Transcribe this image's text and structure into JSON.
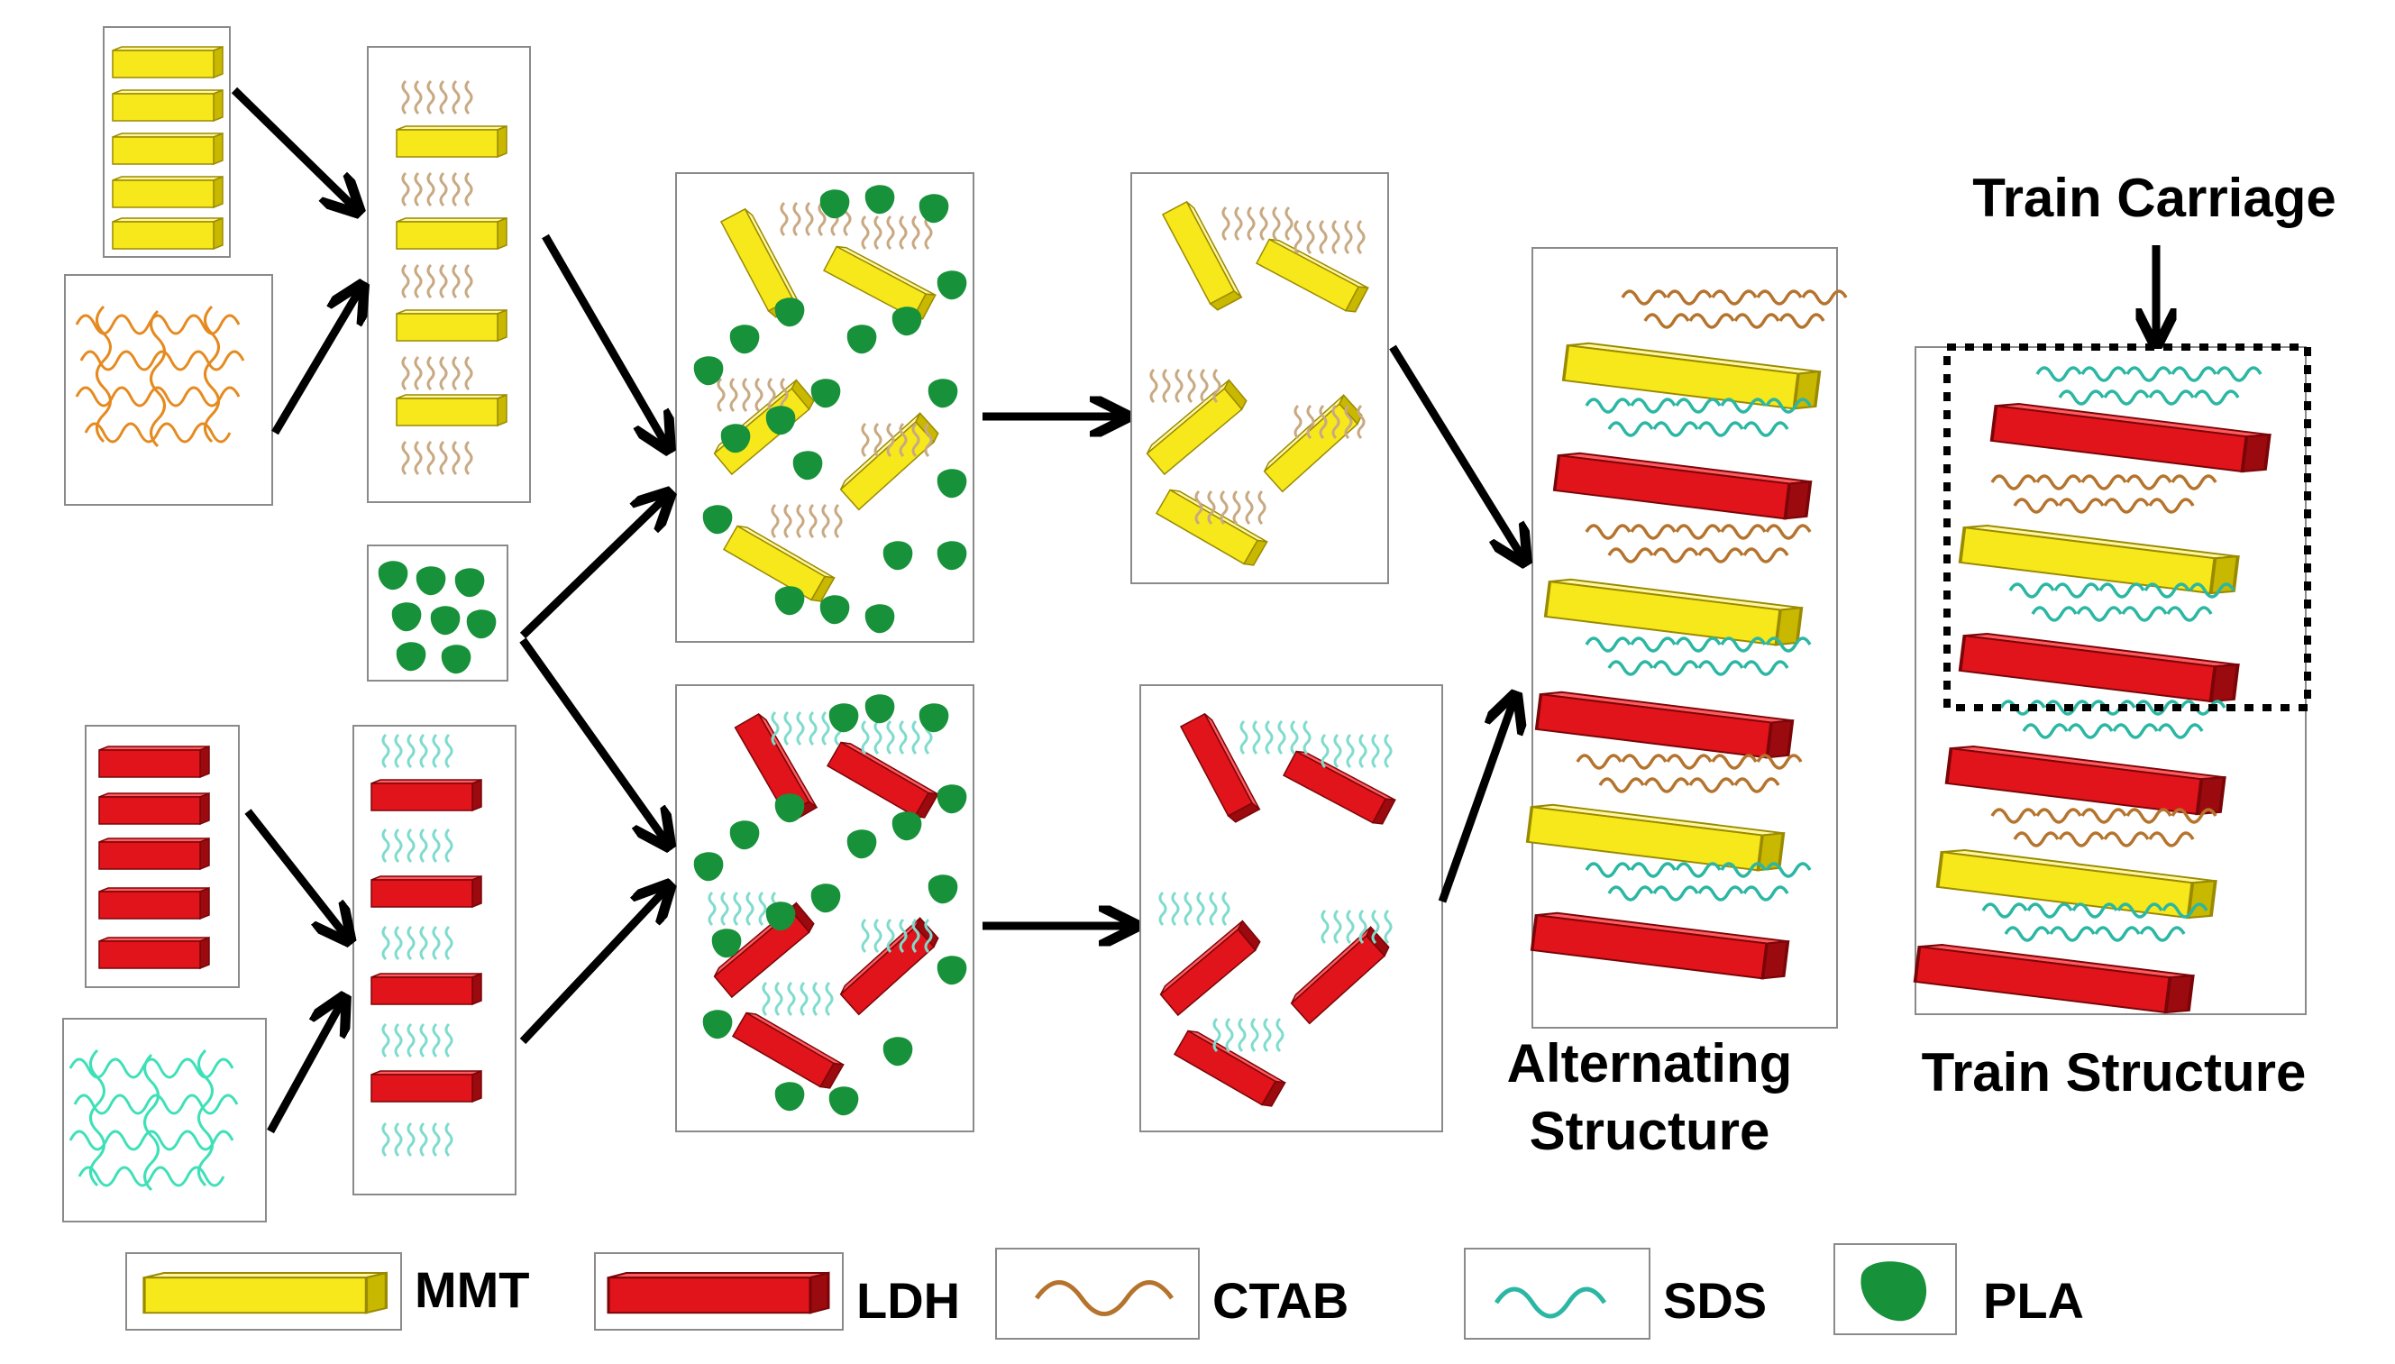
{
  "labels": {
    "train_carriage": "Train Carriage",
    "alternating_line1": "Alternating",
    "alternating_line2": "Structure",
    "train_structure": "Train Structure"
  },
  "legend": [
    {
      "key": "mmt",
      "label": "MMT"
    },
    {
      "key": "ldh",
      "label": "LDH"
    },
    {
      "key": "ctab",
      "label": "CTAB"
    },
    {
      "key": "sds",
      "label": "SDS"
    },
    {
      "key": "pla",
      "label": "PLA"
    }
  ],
  "colors": {
    "mmt_fill": "#f7e81c",
    "mmt_edge": "#9a8a00",
    "ldh_fill": "#e0141a",
    "ldh_edge": "#7a0508",
    "ctab": "#b5742d",
    "ctab_light": "#c8a982",
    "sds": "#2bb7a3",
    "sds_light": "#7fdccd",
    "pla": "#17913a",
    "box_border": "#8a8a8a",
    "arrow": "#000000"
  },
  "icons": {
    "mmt": "yellow-slab-icon",
    "ldh": "red-slab-icon",
    "ctab": "brown-wave-icon",
    "sds": "teal-wave-icon",
    "pla": "green-blob-icon"
  }
}
